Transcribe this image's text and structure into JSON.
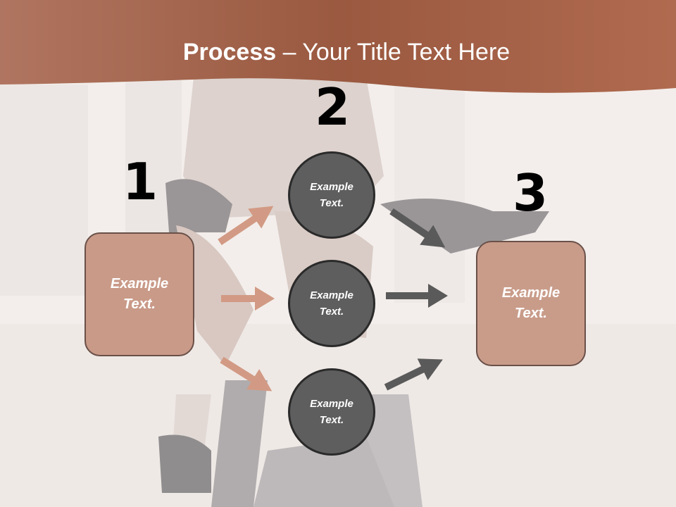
{
  "title": {
    "bold": "Process",
    "rest": " – Your Title Text Here"
  },
  "steps": [
    {
      "number": "1"
    },
    {
      "number": "2"
    },
    {
      "number": "3"
    }
  ],
  "left_box": {
    "text": "Example Text."
  },
  "right_box": {
    "text": "Example Text."
  },
  "circles": [
    {
      "text": "Example Text."
    },
    {
      "text": "Example Text."
    },
    {
      "text": "Example Text."
    }
  ],
  "colors": {
    "header": "#a35f44",
    "box": "#c99a88",
    "circle": "#5e5e5e",
    "arrow_left": "#d29a84",
    "arrow_right": "#5a5a5a"
  }
}
